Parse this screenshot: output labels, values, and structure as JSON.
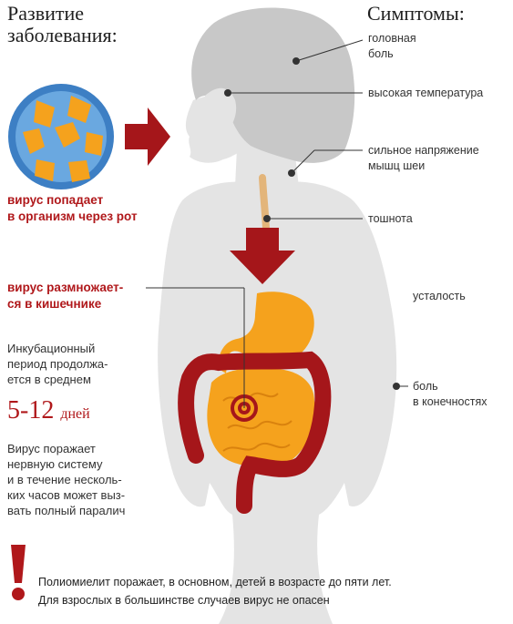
{
  "title_left": [
    "Развитие",
    "заболевания:"
  ],
  "title_right": "Симптомы:",
  "symptoms": {
    "headache": [
      "головная",
      "боль"
    ],
    "fever": "высокая температура",
    "neck": [
      "сильное напряжение",
      "мышц шеи"
    ],
    "nausea": "тошнота",
    "fatigue": "усталость",
    "limbs": [
      "боль",
      "в конечностях"
    ]
  },
  "stage1": [
    "вирус попадает",
    "в организм через рот"
  ],
  "stage2": [
    "вирус размножает-",
    "ся в кишечнике"
  ],
  "incubation": [
    "Инкубационный",
    "период продолжа-",
    "ется в среднем"
  ],
  "incubation_value": "5-12",
  "incubation_unit": "дней",
  "paralysis": [
    "Вирус поражает",
    "нервную систему",
    "и в течение несколь-",
    "ких часов может выз-",
    "вать полный паралич"
  ],
  "notes": [
    "Полиомиелит поражает, в основном, детей в возрасте до пяти лет.",
    "Для взрослых в большинстве случаев вирус не опасен"
  ],
  "colors": {
    "accent_red": "#b0181b",
    "body_gray": "#e3e3e3",
    "hair_gray": "#c6c6c6",
    "stomach_orange": "#f5a21d",
    "intestine_red": "#a5161a",
    "virus_blue": "#3d7fc4"
  }
}
